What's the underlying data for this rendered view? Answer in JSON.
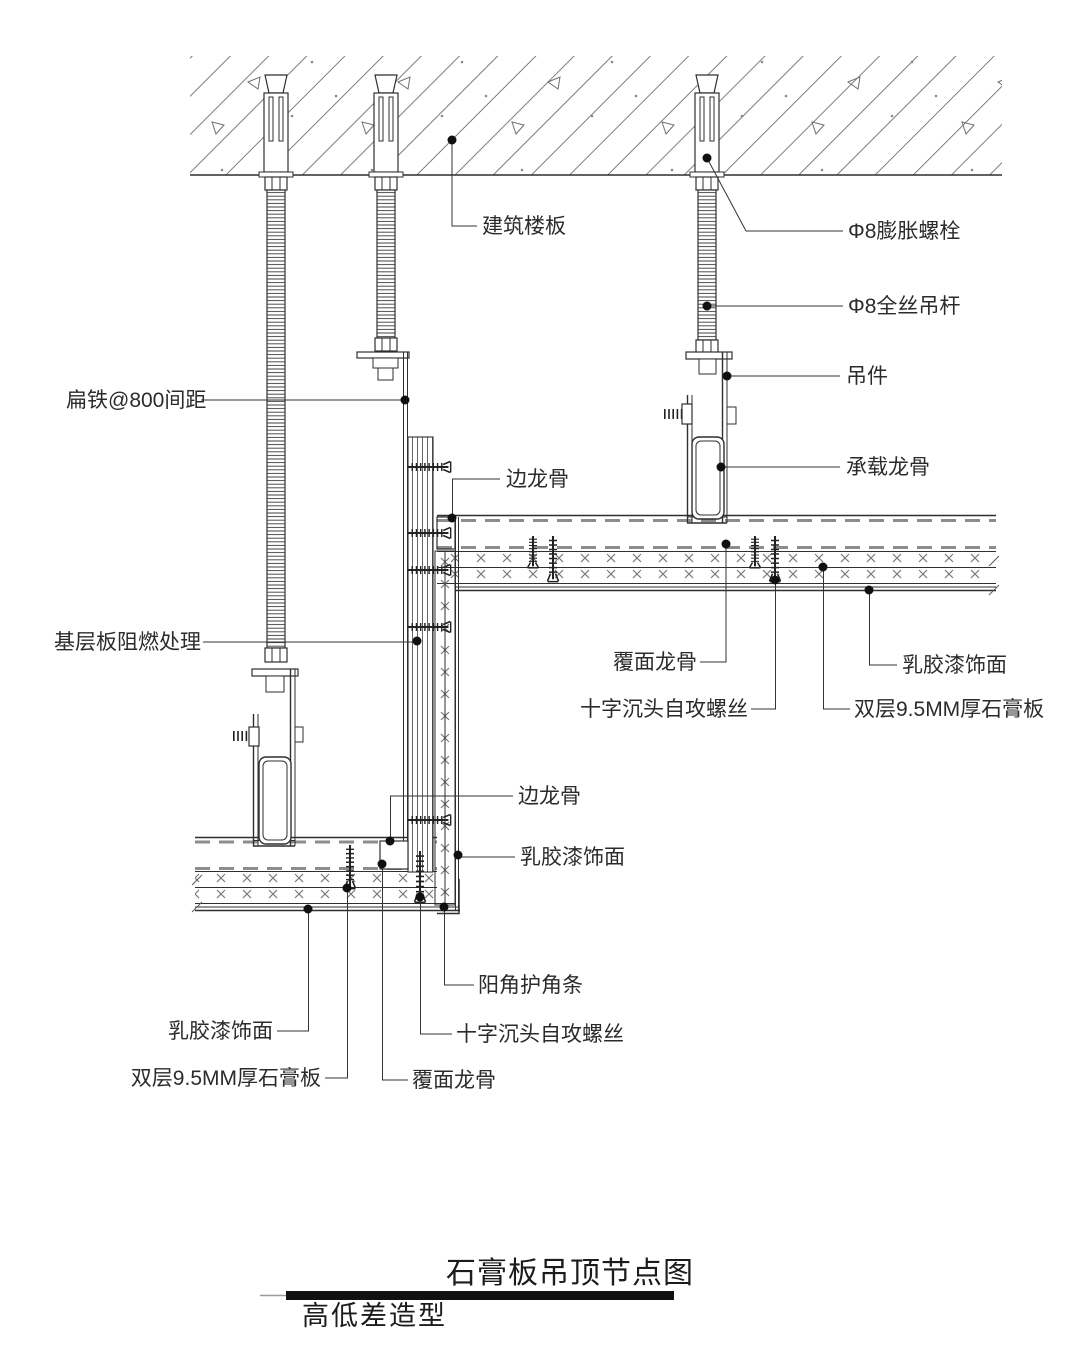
{
  "drawing": {
    "title": "石膏板吊顶节点图",
    "subtitle": "高低差造型",
    "labels": {
      "building_slab": "建筑楼板",
      "expansion_bolt": "Φ8膨胀螺栓",
      "hanger_rod": "Φ8全丝吊杆",
      "hanger": "吊件",
      "carrier_channel": "承载龙骨",
      "flat_iron_spacing": "扁铁@800间距",
      "edge_channel_upper": "边龙骨",
      "base_board_fire": "基层板阻燃处理",
      "furring_channel_upper": "覆面龙骨",
      "paint_finish_upper": "乳胶漆饰面",
      "self_tapping_screw_upper": "十字沉头自攻螺丝",
      "double_gypsum_upper": "双层9.5MM厚石膏板",
      "edge_channel_lower": "边龙骨",
      "paint_finish_side": "乳胶漆饰面",
      "corner_bead": "阳角护角条",
      "paint_finish_bottom": "乳胶漆饰面",
      "self_tapping_screw_lower": "十字沉头自攻螺丝",
      "double_gypsum_lower": "双层9.5MM厚石膏板",
      "furring_channel_lower": "覆面龙骨"
    },
    "colors": {
      "line": "#2f2f2f",
      "dashed_line": "#8d8d8d",
      "hatch": "#777777",
      "background": "#ffffff",
      "title_bar": "#111111"
    }
  }
}
